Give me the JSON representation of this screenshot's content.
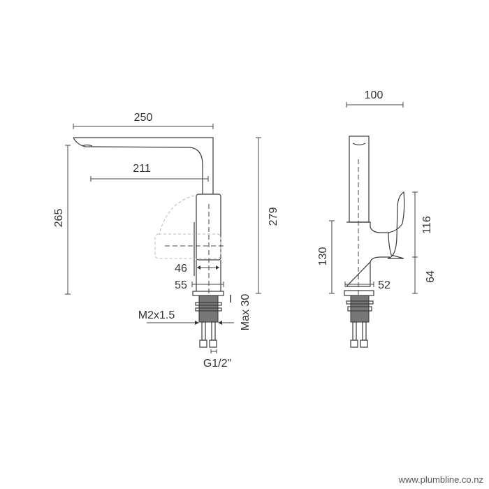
{
  "front_view": {
    "spout_reach_total": "250",
    "spout_reach_centre": "211",
    "spout_height": "265",
    "overall_height": "279",
    "body_width": "46",
    "base_diameter": "55",
    "thread_label": "M2x1.5",
    "max_bench_thickness": "Max 30",
    "bench_marker": "I",
    "hose_connection": "G1/2\""
  },
  "side_view": {
    "overall_depth": "100",
    "body_height": "130",
    "handle_height": "116",
    "handle_base_height": "64",
    "base_diameter": "52"
  },
  "watermark": "www.plumbline.co.nz"
}
